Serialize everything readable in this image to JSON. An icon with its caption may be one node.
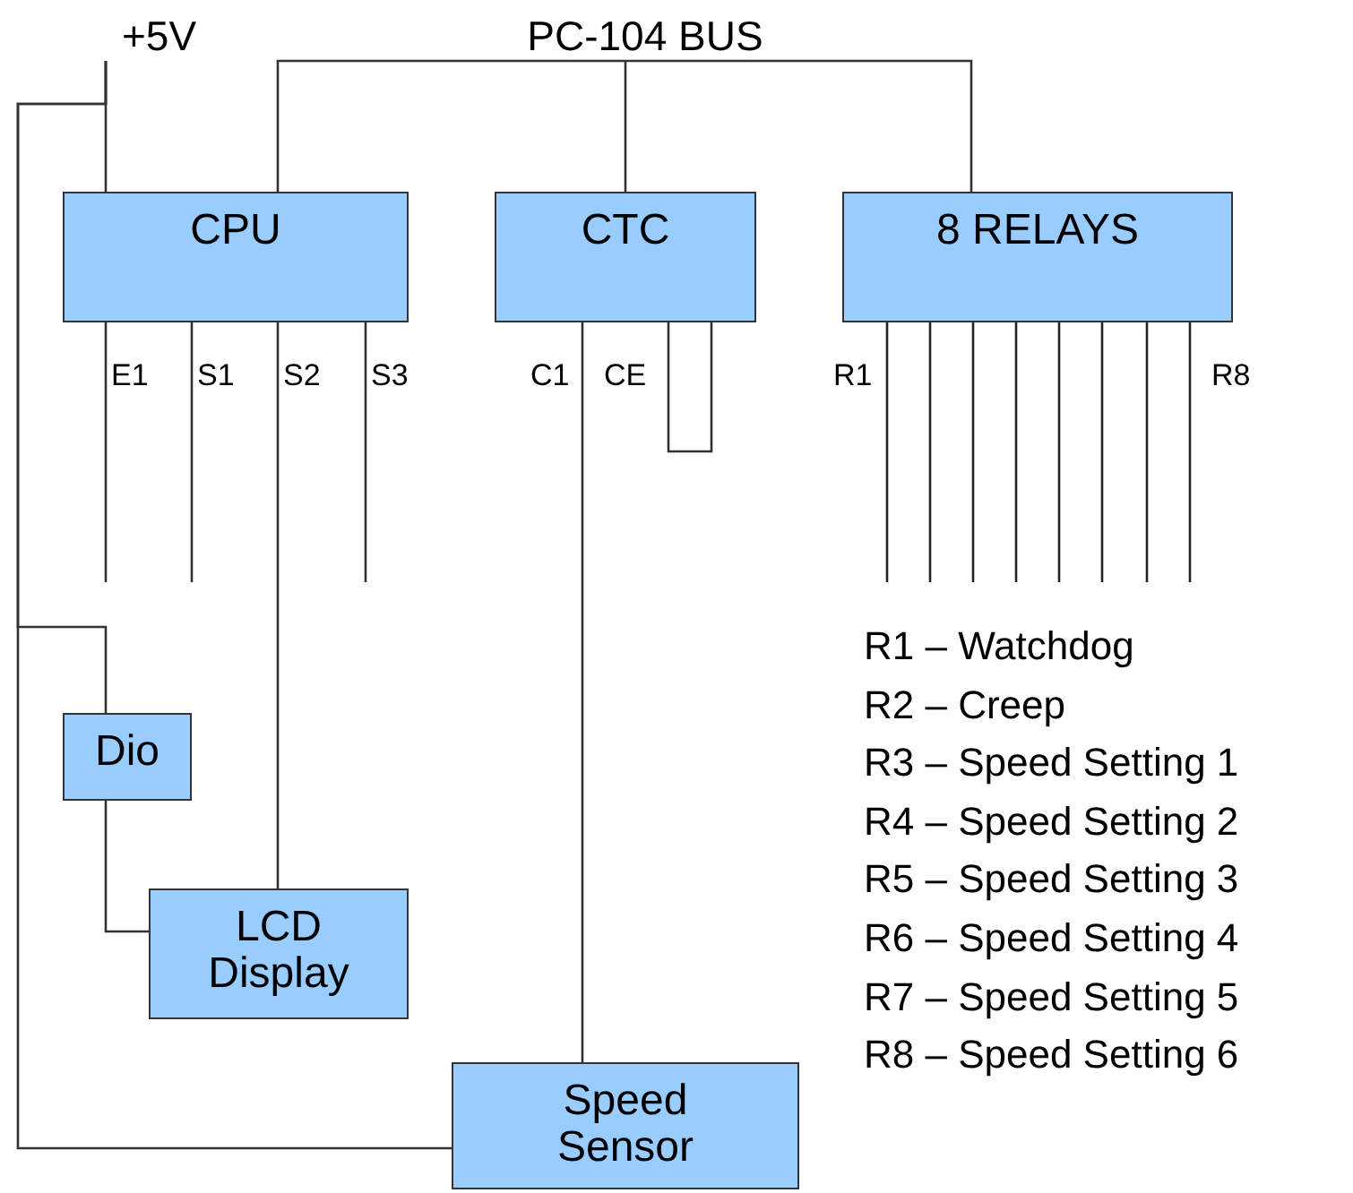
{
  "diagram": {
    "nodes": [
      {
        "text": [
          "+5V"
        ]
      },
      {
        "text": [
          "PC-104 BUS"
        ]
      },
      {
        "text": [
          "CPU"
        ]
      },
      {
        "text": [
          "CTC"
        ]
      },
      {
        "text": [
          "8 RELAYS"
        ]
      },
      {
        "text": [
          "Dio"
        ]
      },
      {
        "text": [
          "LCD Display"
        ]
      },
      {
        "text": [
          "Speed Sensor"
        ]
      }
    ],
    "edges": [
      {
        "from": 0,
        "to": 2,
        "arrow": "none"
      },
      {
        "from": 0,
        "to": 5,
        "arrow": "none"
      },
      {
        "from": 0,
        "to": 7,
        "arrow": "none"
      },
      {
        "from": 1,
        "to": 2,
        "arrow": "none"
      },
      {
        "from": 1,
        "to": 3,
        "arrow": "none"
      },
      {
        "from": 1,
        "to": 4,
        "arrow": "none"
      },
      {
        "from": 5,
        "to": 6,
        "arrow": "none"
      },
      {
        "from": 2,
        "to": 6,
        "arrow": "none"
      },
      {
        "from": 3,
        "to": 7,
        "arrow": "none"
      }
    ],
    "labels": [
      "E1",
      "S1",
      "S2",
      "S3",
      "C1",
      "CE",
      "R1",
      "R8",
      "R1 – Watchdog",
      "R2 – Creep",
      "R3 – Speed Setting 1",
      "R4 – Speed Setting 2",
      "R5 – Speed Setting 3",
      "R6 – Speed Setting 4",
      "R7 – Speed Setting 5",
      "R8 – Speed Setting 6"
    ]
  }
}
